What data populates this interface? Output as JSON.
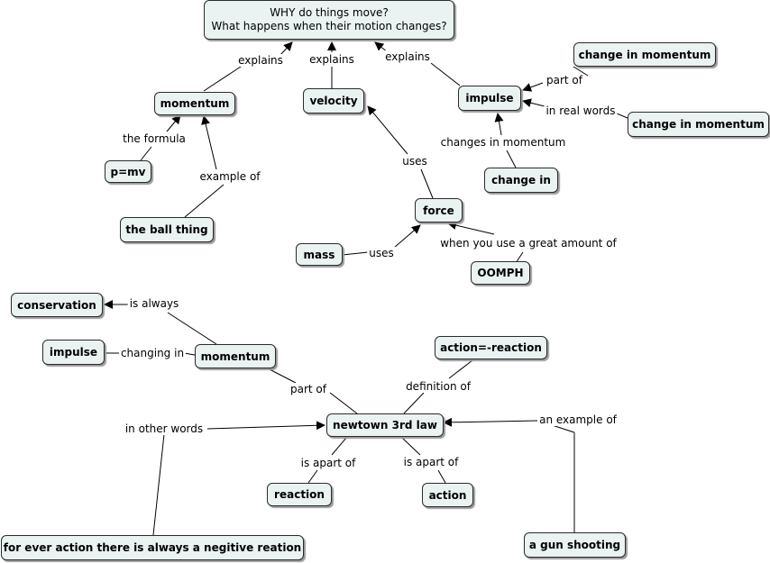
{
  "nodes": {
    "root_line1": "WHY do things move?",
    "root_line2": "What happens when their motion changes?",
    "momentum_top": "momentum",
    "velocity": "velocity",
    "impulse_top": "impulse",
    "change_in_momentum_1": "change in momentum",
    "change_in_momentum_2": "change in momentum",
    "p_mv": "p=mv",
    "the_ball_thing": "the ball thing",
    "change_in": "change in",
    "force": "force",
    "mass": "mass",
    "oomph": "OOMPH",
    "conservation": "conservation",
    "impulse_bottom": "impulse",
    "momentum_bottom": "momentum",
    "action_reaction": "action=-reaction",
    "newton_3rd_law": "newtown 3rd law",
    "reaction": "reaction",
    "action": "action",
    "a_gun_shooting": "a gun shooting",
    "for_ever_action": "for ever action there is always a negitive reation"
  },
  "labels": {
    "explains_1": "explains",
    "explains_2": "explains",
    "explains_3": "explains",
    "part_of_1": "part of",
    "in_real_words": "in real words",
    "the_formula": "the formula",
    "example_of": "example of",
    "changes_in_momentum": "changes in momentum",
    "uses_1": "uses",
    "uses_2": "uses",
    "when_you_use": "when you use a great amount of",
    "is_always": "is always",
    "changing_in": "changing in",
    "part_of_2": "part of",
    "definition_of": "definition of",
    "in_other_words": "in other words",
    "an_example_of": "an example of",
    "is_apart_of_1": "is apart of",
    "is_apart_of_2": "is apart of"
  }
}
